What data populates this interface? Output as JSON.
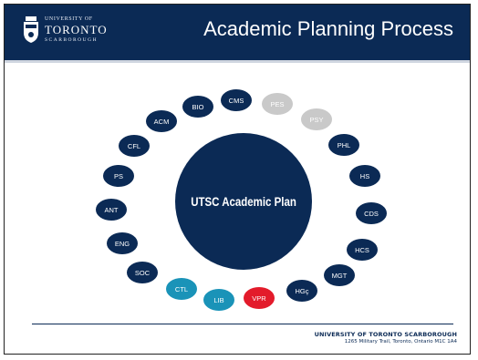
{
  "header": {
    "logo_line1": "UNIVERSITY OF",
    "logo_line2": "TORONTO",
    "logo_line3": "SCARBOROUGH",
    "title": "Academic Planning Process"
  },
  "center_label": "UTSC Academic Plan",
  "nodes": [
    {
      "label": "CMS",
      "status": "active"
    },
    {
      "label": "PES",
      "status": "inactive"
    },
    {
      "label": "PSY",
      "status": "inactive"
    },
    {
      "label": "PHL",
      "status": "active"
    },
    {
      "label": "HS",
      "status": "active"
    },
    {
      "label": "CDS",
      "status": "active"
    },
    {
      "label": "HCS",
      "status": "active"
    },
    {
      "label": "MGT",
      "status": "active"
    },
    {
      "label": "HGç",
      "status": "active"
    },
    {
      "label": "VPR",
      "status": "highlight-red"
    },
    {
      "label": "LIB",
      "status": "highlight-teal"
    },
    {
      "label": "CTL",
      "status": "highlight-teal"
    },
    {
      "label": "SOC",
      "status": "active"
    },
    {
      "label": "ENG",
      "status": "active"
    },
    {
      "label": "ANT",
      "status": "active"
    },
    {
      "label": "PS",
      "status": "active"
    },
    {
      "label": "CFL",
      "status": "active"
    },
    {
      "label": "ACM",
      "status": "active"
    },
    {
      "label": "BIO",
      "status": "active"
    }
  ],
  "colors": {
    "navy": "#0b2a55",
    "inactive": "#c9c9c9",
    "teal": "#1a93b8",
    "red": "#e31b2b"
  },
  "footer": {
    "line1": "UNIVERSITY OF TORONTO SCARBOROUGH",
    "line2": "1265 Military Trail, Toronto, Ontario  M1C 1A4"
  }
}
